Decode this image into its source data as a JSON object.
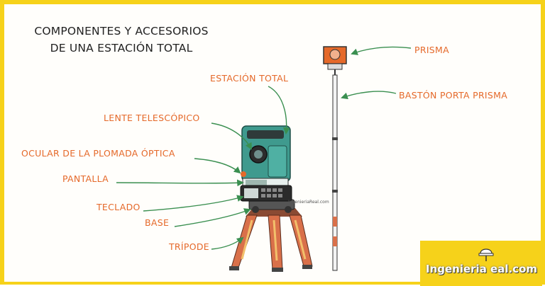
{
  "title": {
    "line1": "COMPONENTES Y ACCESORIOS",
    "line2": "DE UNA ESTACIÓN TOTAL"
  },
  "labels": {
    "estacion_total": "ESTACIÓN TOTAL",
    "lente_telescopico": "LENTE TELESCÓPICO",
    "ocular_plomada": "OCULAR DE LA PLOMADA ÓPTICA",
    "pantalla": "PANTALLA",
    "teclado": "TECLADO",
    "base": "BASE",
    "tripode": "TRÍPODE",
    "prisma": "PRISMA",
    "baston": "BASTÓN PORTA PRISMA"
  },
  "brand": {
    "name": "Ingenieria eal.com",
    "watermark": "IngenieriaReal.com"
  },
  "colors": {
    "label": "#e5692a",
    "frame": "#f6d21a",
    "instrument": "#3f9a8e",
    "tripod": "#d9704a",
    "arrow": "#3a8f50"
  },
  "icons": [
    "hardhat-icon"
  ]
}
